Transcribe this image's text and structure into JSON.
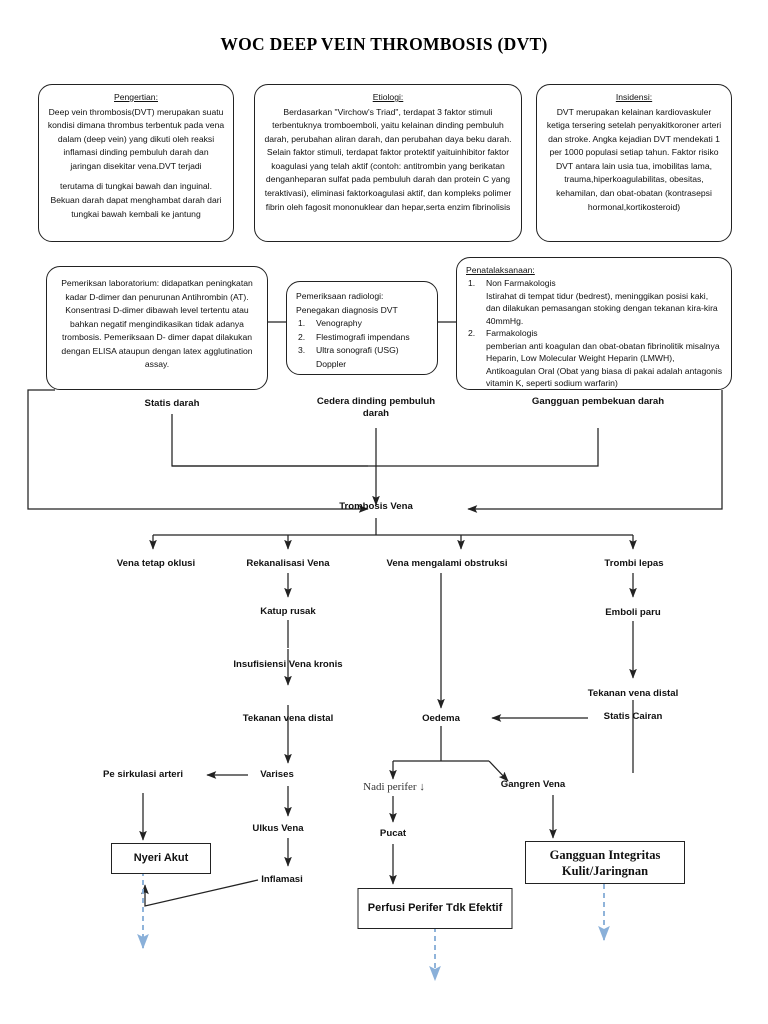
{
  "title": "WOC DEEP VEIN THROMBOSIS (DVT)",
  "colors": {
    "line": "#222222",
    "dashed_arrow": "#8AB0D9",
    "text": "#111111",
    "box_border": "#222222",
    "background": "#ffffff"
  },
  "cards": {
    "pengertian": {
      "heading": "Pengertian:",
      "body_1": "Deep vein thrombosis(DVT) merupakan suatu kondisi dimana thrombus terbentuk pada vena dalam (deep vein) yang dikuti oleh reaksi inflamasi dinding pembuluh darah dan jaringan disekitar vena.DVT terjadi",
      "body_2": "terutama di tungkai bawah dan inguinal. Bekuan darah dapat menghambat darah dari tungkai bawah kembali ke jantung"
    },
    "etiologi": {
      "heading": "Etiologi:",
      "body": "Berdasarkan \"Virchow's Triad\", terdapat 3 faktor stimuli terbentuknya tromboemboli, yaitu kelainan dinding pembuluh darah, perubahan aliran darah, dan perubahan daya beku darah. Selain faktor stimuli, terdapat faktor protektif yaituinhibitor faktor koagulasi yang telah aktif (contoh: antitrombin yang berikatan denganheparan sulfat pada pembuluh darah dan protein C yang teraktivasi), eliminasi faktorkoagulasi aktif, dan kompleks polimer fibrin oleh fagosit mononuklear dan hepar,serta enzim fibrinolisis"
    },
    "insidensi": {
      "heading": "Insidensi:",
      "body": "DVT merupakan kelainan kardiovaskuler ketiga tersering setelah penyakitkoroner arteri dan stroke. Angka kejadian DVT mendekati 1 per 1000 populasi setiap tahun. Faktor risiko DVT antara lain usia tua, imobilitas lama, trauma,hiperkoagulabilitas, obesitas, kehamilan, dan obat-obatan (kontrasepsi hormonal,kortikosteroid)"
    },
    "laboratorium": {
      "body": "Pemeriksan laboratorium:  didapatkan peningkatan kadar D-dimer dan penurunan Antihrombin (AT). Konsentrasi D-dimer dibawah level tertentu atau bahkan negatif mengindikasikan tidak adanya trombosis. Pemeriksaan D- dimer dapat dilakukan dengan ELISA ataupun dengan latex agglutination assay."
    },
    "radiologi": {
      "line_1": "Pemeriksaan radiologi:",
      "line_2": "Penegakan diagnosis DVT",
      "items": [
        "Venography",
        "Flestimografi impendans",
        "Ultra sonografi (USG) Doppler"
      ]
    },
    "penatalaksanaan": {
      "heading": "Penatalaksanaan:",
      "items": [
        {
          "num": "1.",
          "label": "Non Farmakologis",
          "detail": "Istirahat di tempat tidur (bedrest), meninggikan posisi kaki, dan dilakukan pemasangan stoking dengan tekanan kira-kira 40mmHg."
        },
        {
          "num": "2.",
          "label": "Farmakologis",
          "detail": "pemberian anti koagulan dan obat-obatan fibrinolitik misalnya Heparin, Low Molecular Weight Heparin (LMWH), Antikoagulan Oral (Obat yang biasa di pakai adalah antagonis vitamin K, seperti sodium warfarin)"
        }
      ]
    }
  },
  "flow": {
    "factor_1": "Statis darah",
    "factor_2": "Cedera dinding pembuluh darah",
    "factor_3": "Gangguan pembekuan darah",
    "trombosis_vena": "Trombosis Vena",
    "branch_1": "Vena tetap oklusi",
    "branch_2": "Rekanalisasi Vena",
    "branch_3": "Vena mengalami obstruksi",
    "branch_4": "Trombi lepas",
    "katup_rusak": "Katup rusak",
    "insufisiensi": "Insufisiensi Vena kronis",
    "tekanan_vena_distal_left": "Tekanan vena distal",
    "emboli_paru": "Emboli paru",
    "tekanan_vena_distal_right": "Tekanan vena distal",
    "statis_cairan": "Statis Cairan",
    "oedema": "Oedema",
    "varises": "Varises",
    "pe_sirkulasi": "Pe sirkulasi arteri",
    "ulkus_vena": "Ulkus Vena",
    "inflamasi": "Inflamasi",
    "nadi_perifer": "Nadi perifer ↓",
    "pucat": "Pucat",
    "gangren_vena": "Gangren Vena"
  },
  "diagnoses": {
    "nyeri_akut": "Nyeri Akut",
    "perfusi_perifer": "Perfusi Perifer Tdk Efektif",
    "gangguan_integritas": "Gangguan Integritas Kulit/Jaringnan"
  }
}
